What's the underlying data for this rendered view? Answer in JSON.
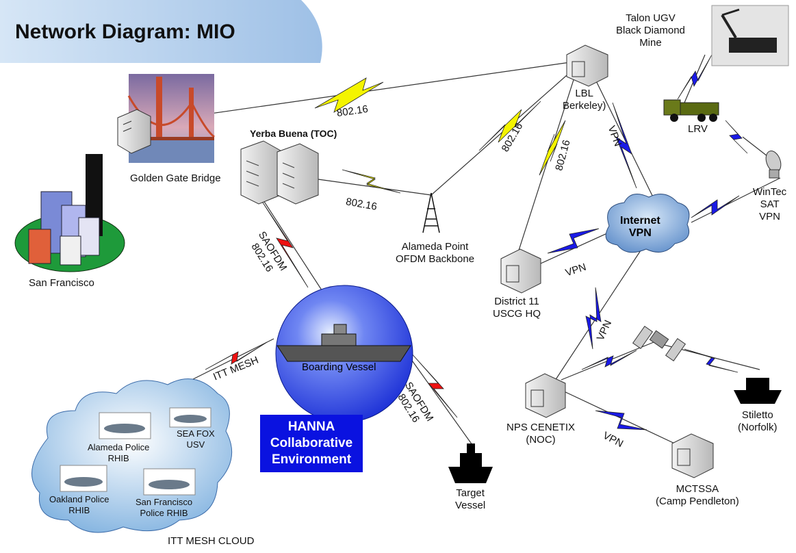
{
  "title": "Network Diagram: MIO",
  "nodes": {
    "talon": "Talon UGV\nBlack Diamond\nMine",
    "golden_gate": "Golden Gate Bridge",
    "yerba_buena": "Yerba Buena (TOC)",
    "lbl": "LBL\nBerkeley)",
    "lrv": "LRV",
    "wintec": "WinTec\nSAT\nVPN",
    "san_francisco": "San Francisco",
    "alameda_point": "Alameda Point\nOFDM Backbone",
    "internet_vpn": "Internet\nVPN",
    "district11": "District 11\nUSCG HQ",
    "boarding_vessel": "Boarding Vessel",
    "nps_cenetix": "NPS CENETIX\n(NOC)",
    "stiletto": "Stiletto\n(Norfolk)",
    "mctssa": "MCTSSA\n(Camp Pendleton)",
    "target_vessel": "Target\nVessel",
    "alameda_police": "Alameda Police\nRHIB",
    "sea_fox": "SEA FOX\nUSV",
    "oakland_police": "Oakland Police\nRHIB",
    "sf_police": "San Francisco\nPolice RHIB",
    "mesh_cloud": "ITT MESH CLOUD"
  },
  "hanna": "HANNA\nCollaborative\nEnvironment",
  "link_labels": {
    "gg_lbl": "802.16",
    "yb_alameda": "802.16",
    "alameda_lbl_a": "802.16",
    "alameda_lbl_b": "802.16",
    "lbl_internet": "VPN",
    "district_vpn": "VPN",
    "internet_nps": "VPN",
    "nps_mctssa": "VPN",
    "yb_boarding": "SAOFDM\n802.16",
    "mesh": "ITT MESH",
    "boarding_target": "SAOFDM\n802.16"
  },
  "colors": {
    "yellow_link": "#f4f400",
    "blue_link": "#1a1ae6",
    "red_link": "#ee1111",
    "hanna_box": "#0a12e0",
    "title_band": "#bcd6ee"
  }
}
